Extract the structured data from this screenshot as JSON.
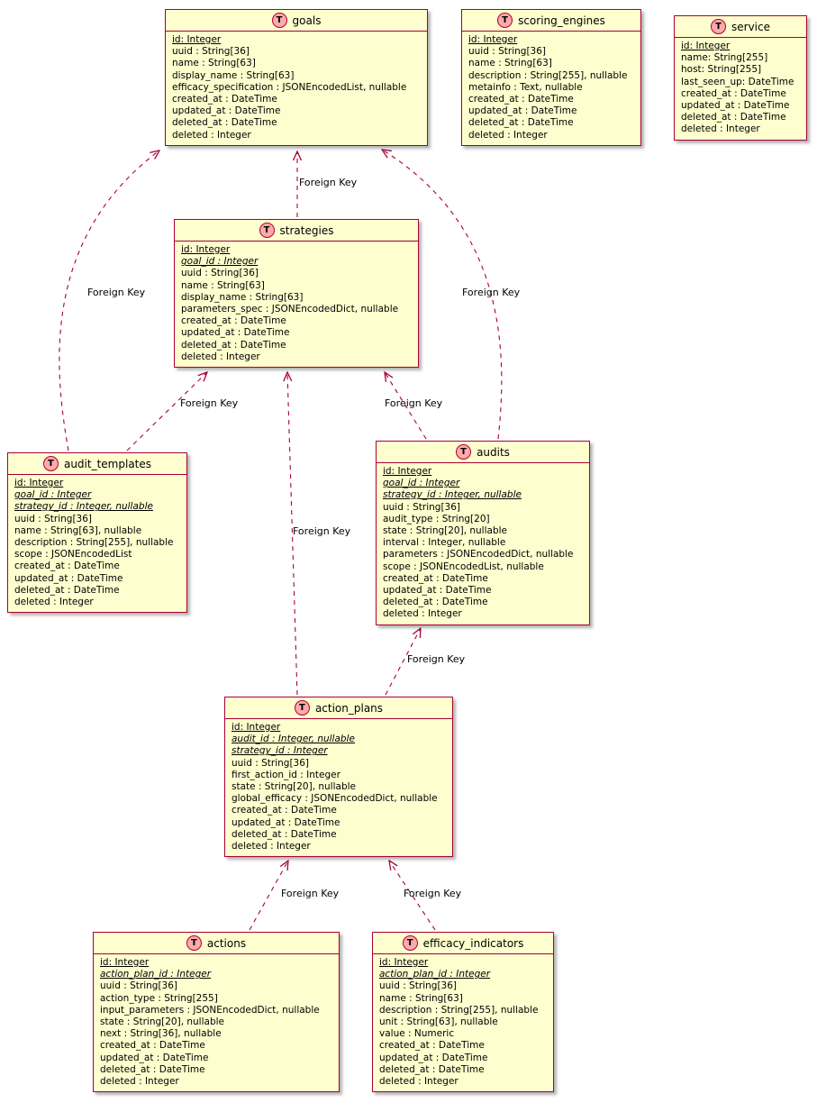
{
  "diagram": {
    "colors": {
      "table_fill": "#FEFECE",
      "table_border": "#A80036",
      "spot_fill": "#FFAAAA",
      "edge": "#A80036",
      "background": "#FFFFFF",
      "text": "#000000"
    },
    "tables": [
      {
        "key": "goals",
        "name": "goals",
        "stereotype": "T",
        "fields": [
          {
            "text": "id: Integer",
            "style": "pk"
          },
          {
            "text": "uuid : String[36]",
            "style": "plain"
          },
          {
            "text": "name : String[63]",
            "style": "plain"
          },
          {
            "text": "display_name : String[63]",
            "style": "plain"
          },
          {
            "text": "efficacy_specification : JSONEncodedList, nullable",
            "style": "plain"
          },
          {
            "text": "created_at : DateTime",
            "style": "plain"
          },
          {
            "text": "updated_at : DateTime",
            "style": "plain"
          },
          {
            "text": "deleted_at : DateTime",
            "style": "plain"
          },
          {
            "text": "deleted : Integer",
            "style": "plain"
          }
        ]
      },
      {
        "key": "scoring_engines",
        "name": "scoring_engines",
        "stereotype": "T",
        "fields": [
          {
            "text": "id: Integer",
            "style": "pk"
          },
          {
            "text": "uuid : String[36]",
            "style": "plain"
          },
          {
            "text": "name : String[63]",
            "style": "plain"
          },
          {
            "text": "description : String[255], nullable",
            "style": "plain"
          },
          {
            "text": "metainfo : Text, nullable",
            "style": "plain"
          },
          {
            "text": "created_at : DateTime",
            "style": "plain"
          },
          {
            "text": "updated_at : DateTime",
            "style": "plain"
          },
          {
            "text": "deleted_at : DateTime",
            "style": "plain"
          },
          {
            "text": "deleted : Integer",
            "style": "plain"
          }
        ]
      },
      {
        "key": "service",
        "name": "service",
        "stereotype": "T",
        "fields": [
          {
            "text": "id: Integer",
            "style": "pk"
          },
          {
            "text": "name: String[255]",
            "style": "plain"
          },
          {
            "text": "host: String[255]",
            "style": "plain"
          },
          {
            "text": "last_seen_up: DateTime",
            "style": "plain"
          },
          {
            "text": "created_at : DateTime",
            "style": "plain"
          },
          {
            "text": "updated_at : DateTime",
            "style": "plain"
          },
          {
            "text": "deleted_at : DateTime",
            "style": "plain"
          },
          {
            "text": "deleted : Integer",
            "style": "plain"
          }
        ]
      },
      {
        "key": "strategies",
        "name": "strategies",
        "stereotype": "T",
        "fields": [
          {
            "text": "id: Integer",
            "style": "pk"
          },
          {
            "text": "goal_id : Integer",
            "style": "fk"
          },
          {
            "text": "uuid : String[36]",
            "style": "plain"
          },
          {
            "text": "name : String[63]",
            "style": "plain"
          },
          {
            "text": "display_name : String[63]",
            "style": "plain"
          },
          {
            "text": "parameters_spec : JSONEncodedDict, nullable",
            "style": "plain"
          },
          {
            "text": "created_at : DateTime",
            "style": "plain"
          },
          {
            "text": "updated_at : DateTime",
            "style": "plain"
          },
          {
            "text": "deleted_at : DateTime",
            "style": "plain"
          },
          {
            "text": "deleted : Integer",
            "style": "plain"
          }
        ]
      },
      {
        "key": "audit_templates",
        "name": "audit_templates",
        "stereotype": "T",
        "fields": [
          {
            "text": "id: Integer",
            "style": "pk"
          },
          {
            "text": "goal_id : Integer",
            "style": "fk"
          },
          {
            "text": "strategy_id : Integer, nullable",
            "style": "fk"
          },
          {
            "text": "uuid : String[36]",
            "style": "plain"
          },
          {
            "text": "name : String[63], nullable",
            "style": "plain"
          },
          {
            "text": "description : String[255], nullable",
            "style": "plain"
          },
          {
            "text": "scope : JSONEncodedList",
            "style": "plain"
          },
          {
            "text": "created_at : DateTime",
            "style": "plain"
          },
          {
            "text": "updated_at : DateTime",
            "style": "plain"
          },
          {
            "text": "deleted_at : DateTime",
            "style": "plain"
          },
          {
            "text": "deleted : Integer",
            "style": "plain"
          }
        ]
      },
      {
        "key": "audits",
        "name": "audits",
        "stereotype": "T",
        "fields": [
          {
            "text": "id: Integer",
            "style": "pk"
          },
          {
            "text": "goal_id : Integer",
            "style": "fk"
          },
          {
            "text": "strategy_id : Integer, nullable",
            "style": "fk"
          },
          {
            "text": "uuid : String[36]",
            "style": "plain"
          },
          {
            "text": "audit_type : String[20]",
            "style": "plain"
          },
          {
            "text": "state : String[20], nullable",
            "style": "plain"
          },
          {
            "text": "interval : Integer, nullable",
            "style": "plain"
          },
          {
            "text": "parameters : JSONEncodedDict, nullable",
            "style": "plain"
          },
          {
            "text": "scope : JSONEncodedList, nullable",
            "style": "plain"
          },
          {
            "text": "created_at : DateTime",
            "style": "plain"
          },
          {
            "text": "updated_at : DateTime",
            "style": "plain"
          },
          {
            "text": "deleted_at : DateTime",
            "style": "plain"
          },
          {
            "text": "deleted : Integer",
            "style": "plain"
          }
        ]
      },
      {
        "key": "action_plans",
        "name": "action_plans",
        "stereotype": "T",
        "fields": [
          {
            "text": "id: Integer",
            "style": "pk"
          },
          {
            "text": "audit_id : Integer, nullable",
            "style": "fk"
          },
          {
            "text": "strategy_id : Integer",
            "style": "fk"
          },
          {
            "text": "uuid : String[36]",
            "style": "plain"
          },
          {
            "text": "first_action_id : Integer",
            "style": "plain"
          },
          {
            "text": "state : String[20], nullable",
            "style": "plain"
          },
          {
            "text": "global_efficacy : JSONEncodedDict, nullable",
            "style": "plain"
          },
          {
            "text": "created_at : DateTime",
            "style": "plain"
          },
          {
            "text": "updated_at : DateTime",
            "style": "plain"
          },
          {
            "text": "deleted_at : DateTime",
            "style": "plain"
          },
          {
            "text": "deleted : Integer",
            "style": "plain"
          }
        ]
      },
      {
        "key": "actions",
        "name": "actions",
        "stereotype": "T",
        "fields": [
          {
            "text": "id: Integer",
            "style": "pk"
          },
          {
            "text": "action_plan_id : Integer",
            "style": "fk"
          },
          {
            "text": "uuid : String[36]",
            "style": "plain"
          },
          {
            "text": "action_type : String[255]",
            "style": "plain"
          },
          {
            "text": "input_parameters : JSONEncodedDict, nullable",
            "style": "plain"
          },
          {
            "text": "state : String[20], nullable",
            "style": "plain"
          },
          {
            "text": "next : String[36], nullable",
            "style": "plain"
          },
          {
            "text": "created_at : DateTime",
            "style": "plain"
          },
          {
            "text": "updated_at : DateTime",
            "style": "plain"
          },
          {
            "text": "deleted_at : DateTime",
            "style": "plain"
          },
          {
            "text": "deleted : Integer",
            "style": "plain"
          }
        ]
      },
      {
        "key": "efficacy_indicators",
        "name": "efficacy_indicators",
        "stereotype": "T",
        "fields": [
          {
            "text": "id: Integer",
            "style": "pk"
          },
          {
            "text": "action_plan_id : Integer",
            "style": "fk"
          },
          {
            "text": "uuid : String[36]",
            "style": "plain"
          },
          {
            "text": "name : String[63]",
            "style": "plain"
          },
          {
            "text": "description : String[255], nullable",
            "style": "plain"
          },
          {
            "text": "unit : String[63], nullable",
            "style": "plain"
          },
          {
            "text": "value : Numeric",
            "style": "plain"
          },
          {
            "text": "created_at : DateTime",
            "style": "plain"
          },
          {
            "text": "updated_at : DateTime",
            "style": "plain"
          },
          {
            "text": "deleted_at : DateTime",
            "style": "plain"
          },
          {
            "text": "deleted : Integer",
            "style": "plain"
          }
        ]
      }
    ],
    "relations": [
      {
        "from": "strategies",
        "to": "goals",
        "label": "Foreign Key"
      },
      {
        "from": "audit_templates",
        "to": "goals",
        "label": "Foreign Key"
      },
      {
        "from": "audit_templates",
        "to": "strategies",
        "label": "Foreign Key"
      },
      {
        "from": "audits",
        "to": "goals",
        "label": "Foreign Key"
      },
      {
        "from": "audits",
        "to": "strategies",
        "label": "Foreign Key"
      },
      {
        "from": "action_plans",
        "to": "strategies",
        "label": "Foreign Key"
      },
      {
        "from": "action_plans",
        "to": "audits",
        "label": "Foreign Key"
      },
      {
        "from": "actions",
        "to": "action_plans",
        "label": "Foreign Key"
      },
      {
        "from": "efficacy_indicators",
        "to": "action_plans",
        "label": "Foreign Key"
      }
    ]
  }
}
